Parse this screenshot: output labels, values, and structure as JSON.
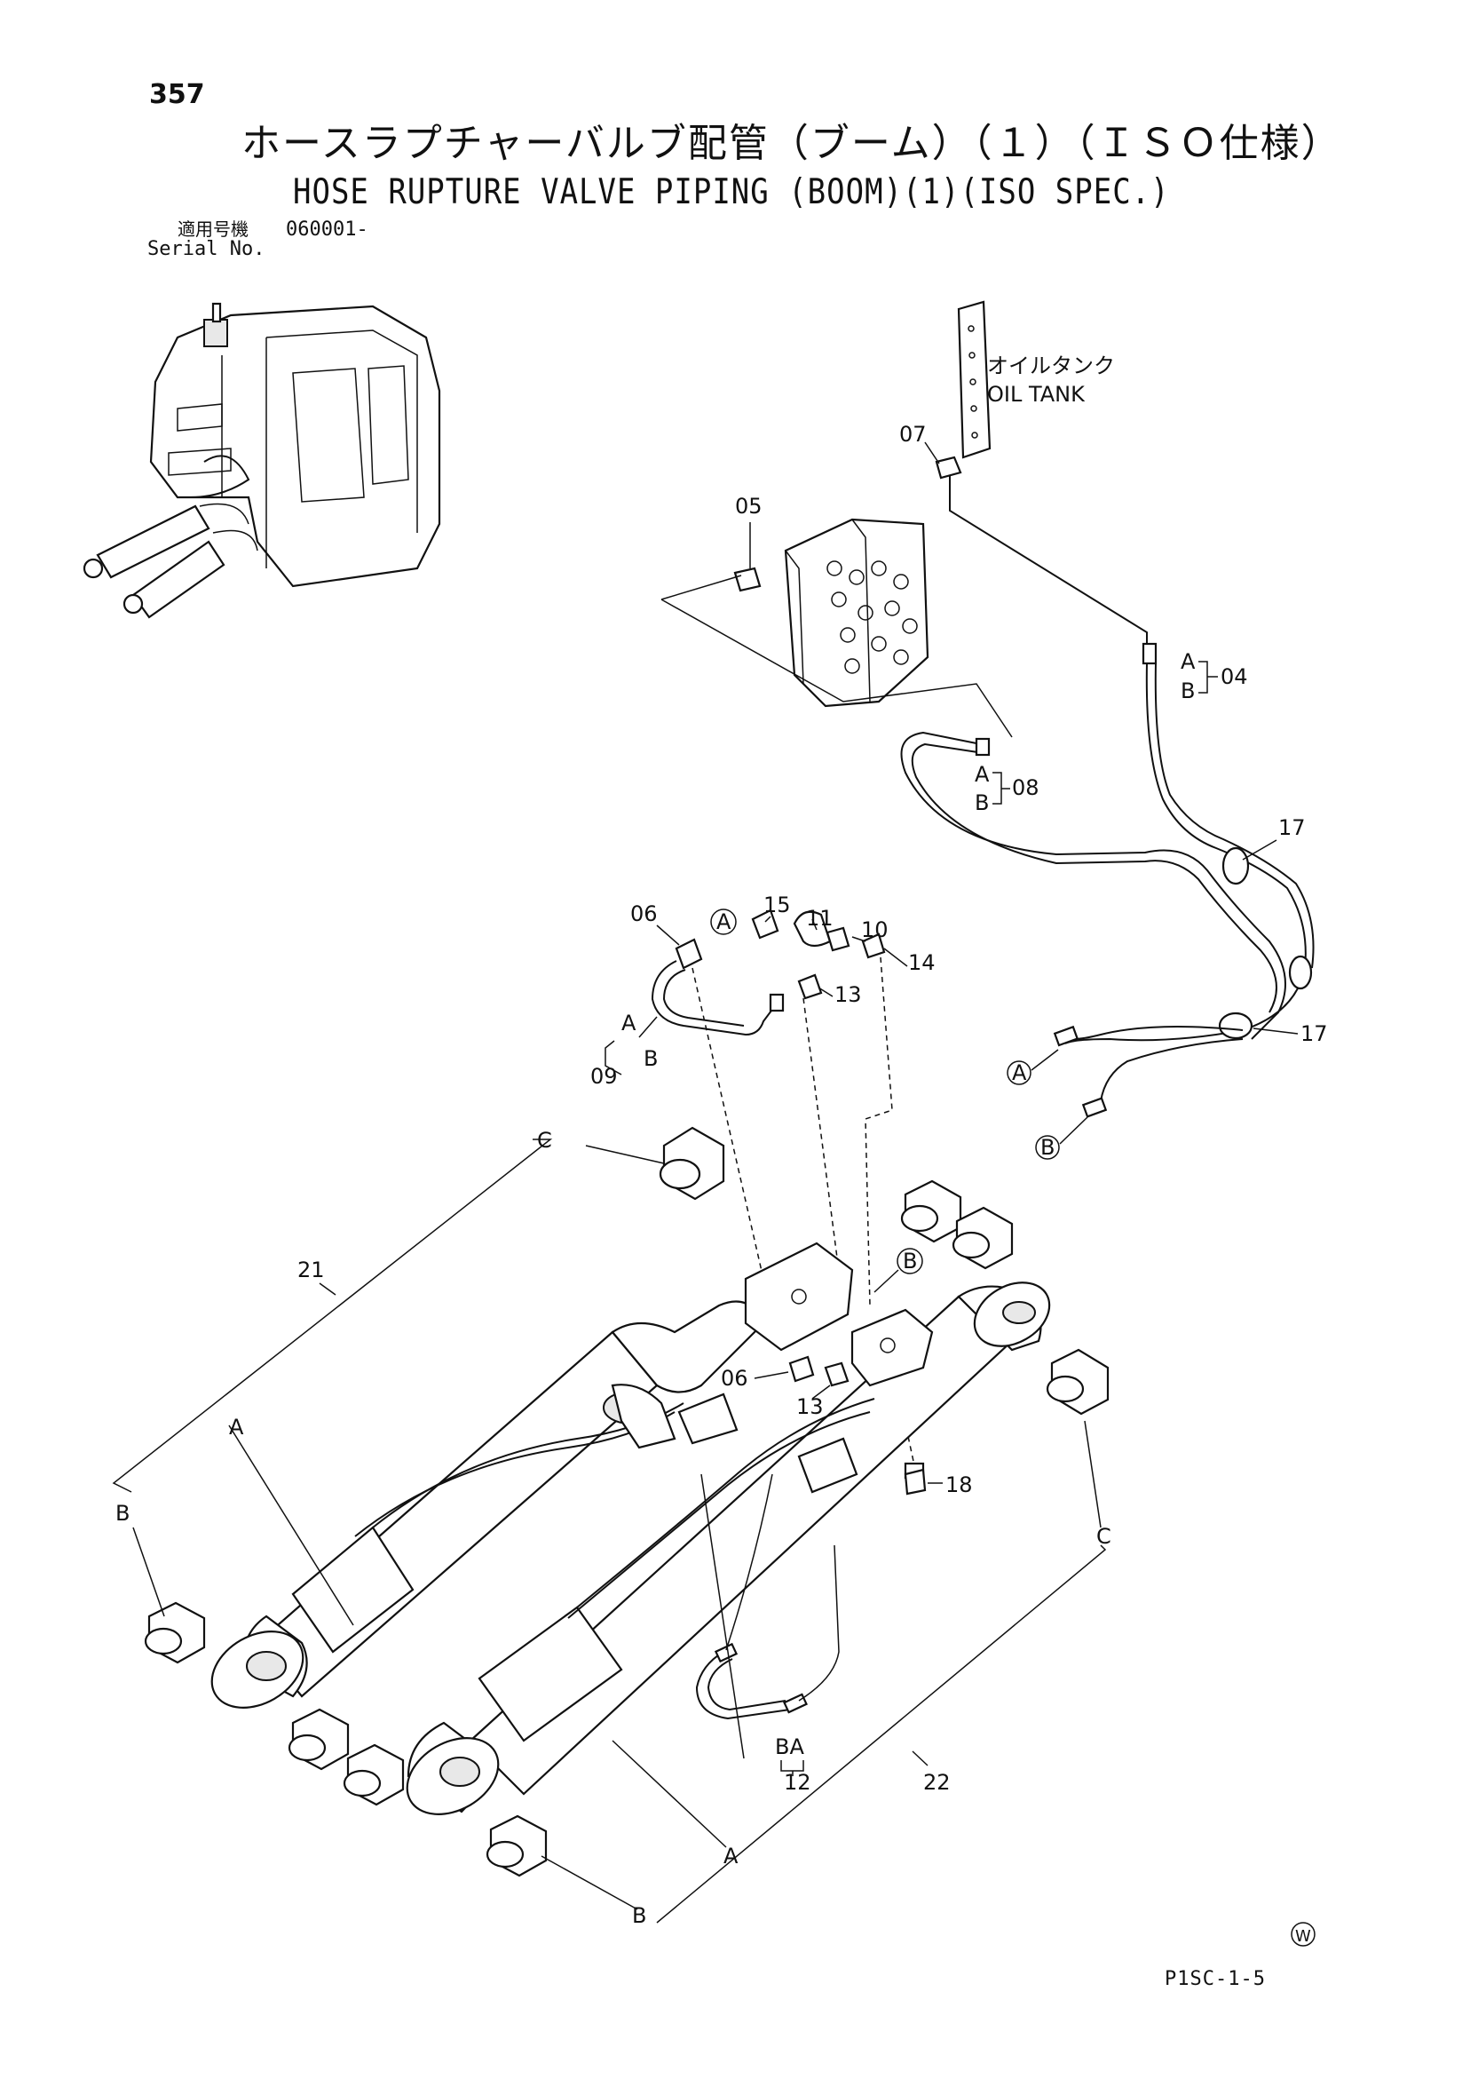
{
  "header": {
    "page_number": "357",
    "title_jp": "ホースラプチャーバルブ配管（ブーム）（１）（ＩＳＯ仕様）",
    "title_en": "HOSE RUPTURE VALVE PIPING (BOOM)(1)(ISO SPEC.)",
    "serial_label_jp": "適用号機",
    "serial_label_en": "Serial No.",
    "serial_value": "060001-"
  },
  "callouts": {
    "oil_tank_jp": "オイルタンク",
    "oil_tank_en": "OIL TANK",
    "p04": "04",
    "p05": "05",
    "p06a": "06",
    "p06b": "06",
    "p07": "07",
    "p08": "08",
    "p09": "09",
    "p10": "10",
    "p11": "11",
    "p12": "12",
    "p13a": "13",
    "p13b": "13",
    "p14": "14",
    "p15": "15",
    "p17a": "17",
    "p17b": "17",
    "p18": "18",
    "p21": "21",
    "p22": "22",
    "letter_a": "A",
    "letter_b": "B",
    "letter_c": "C",
    "circle_a": "A",
    "circle_b": "B",
    "label_ba": "BA"
  },
  "footer": {
    "doc_code": "P1SC-1-5",
    "circle_w": "W"
  }
}
